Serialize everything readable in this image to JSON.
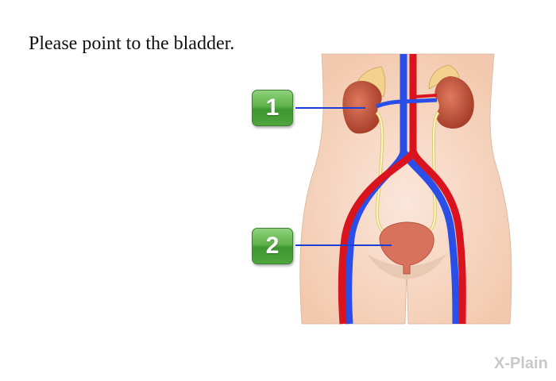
{
  "question": {
    "prompt": "Please point to the bladder."
  },
  "answers": [
    {
      "label": "1",
      "target": "kidney"
    },
    {
      "label": "2",
      "target": "bladder"
    }
  ],
  "logo": {
    "text": "X-Plain"
  },
  "colors": {
    "button_green": "#4fa63c",
    "pointer_line": "#1b3fd6",
    "artery": "#d9141e",
    "vein": "#2a4ee8",
    "skin": "#f5d3bd"
  }
}
